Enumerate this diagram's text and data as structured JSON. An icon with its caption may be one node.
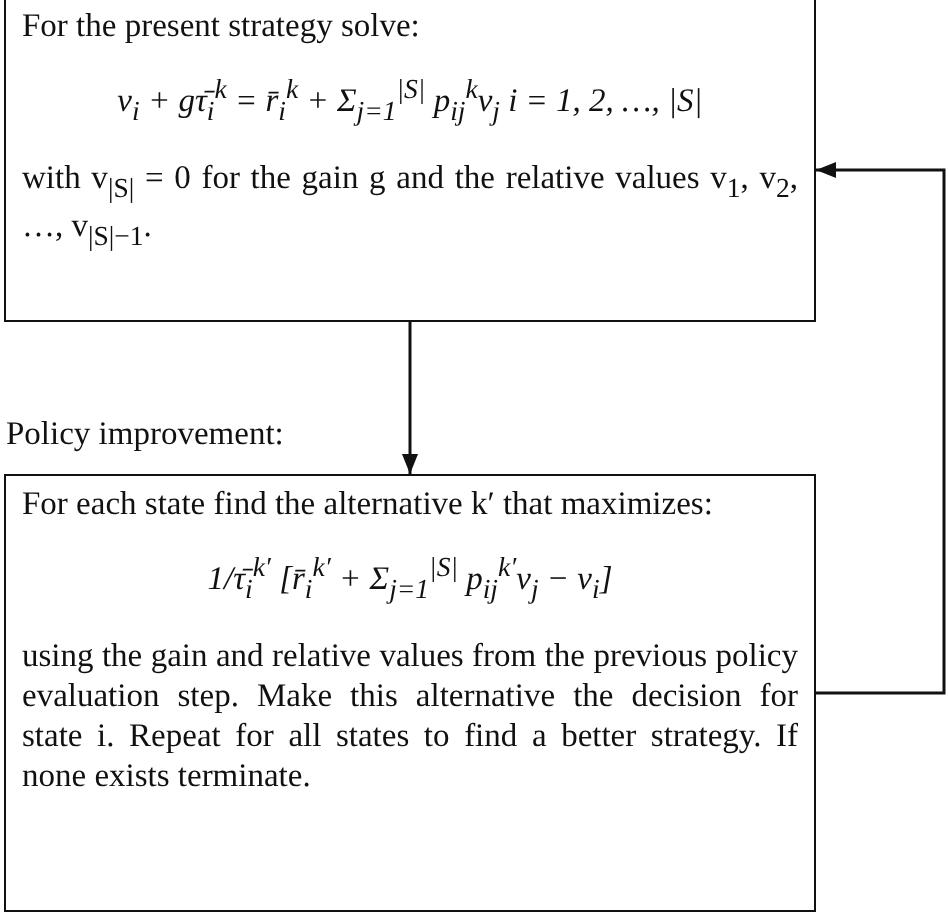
{
  "diagram": {
    "nodes": [
      {
        "text": [
          "For the present strategy solve:",
          "v$_{i}$ + gτ̄$_{i}$$^{k}$ = r̄$_{i}$$^{k}$ + Σ$_{j=1}$$^{|S|}$ p$_{ij}$$^{k}$v$_{j}$      i = 1, 2, …, |S|",
          "with v$_{|S|}$ = 0 for the gain g and the relative values v$_{1}$, v$_{2}$, …, v$_{|S|−1}$."
        ]
      },
      {
        "text": [
          "Policy improvement:",
          "For each state find the alternative k′ that maximizes:",
          "1/τ̄$_{i}$$^{k′}$ [r̄$_{i}$$^{k′}$ + Σ$_{j=1}$$^{|S|}$ p$_{ij}$$^{k′}$v$_{j}$ − v$_{i}$]",
          "using the gain and relative values from the previous policy evaluation step. Make this alternative the decision for state i. Repeat for all states to find a better strategy. If none exists terminate."
        ]
      }
    ],
    "edges": [
      {
        "from": 0,
        "to": 1,
        "arrow": "to"
      },
      {
        "from": 1,
        "to": 0,
        "arrow": "to"
      }
    ]
  }
}
